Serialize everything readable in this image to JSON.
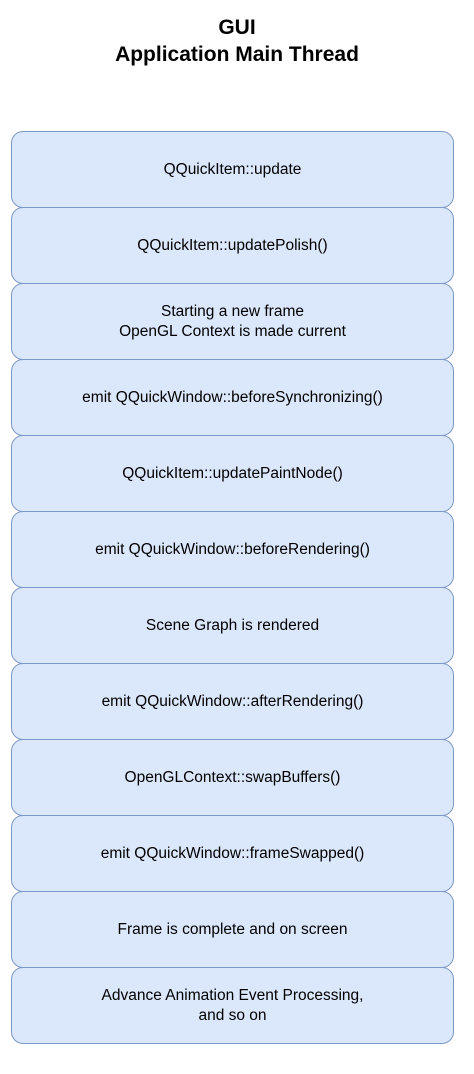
{
  "title": {
    "line1": "GUI",
    "line2": "Application Main Thread"
  },
  "steps": [
    {
      "lines": [
        "QQuickItem::update"
      ]
    },
    {
      "lines": [
        "QQuickItem::updatePolish()"
      ]
    },
    {
      "lines": [
        "Starting a new frame",
        "OpenGL Context is made current"
      ]
    },
    {
      "lines": [
        "emit QQuickWindow::beforeSynchronizing()"
      ]
    },
    {
      "lines": [
        "QQuickItem::updatePaintNode()"
      ]
    },
    {
      "lines": [
        "emit QQuickWindow::beforeRendering()"
      ]
    },
    {
      "lines": [
        "Scene Graph is rendered"
      ]
    },
    {
      "lines": [
        "emit QQuickWindow::afterRendering()"
      ]
    },
    {
      "lines": [
        "OpenGLContext::swapBuffers()"
      ]
    },
    {
      "lines": [
        "emit QQuickWindow::frameSwapped()"
      ]
    },
    {
      "lines": [
        "Frame is complete and on screen"
      ]
    },
    {
      "lines": [
        "Advance Animation Event Processing,",
        "and so on"
      ]
    }
  ],
  "colors": {
    "box_fill": "#dbe7fa",
    "box_border": "#7f99c6"
  }
}
